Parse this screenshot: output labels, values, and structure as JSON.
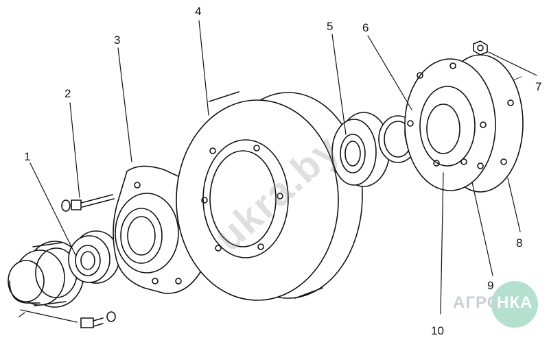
{
  "labels": [
    "1",
    "2",
    "3",
    "4",
    "5",
    "6",
    "7",
    "8",
    "9",
    "10"
  ],
  "watermark_text": "ukra.by",
  "logo": {
    "left": "АГРО",
    "right": "НКА"
  },
  "colors": {
    "line": "#111111",
    "logo_circle": "#b5e0cf",
    "logo_text": "#c9cfd2"
  }
}
